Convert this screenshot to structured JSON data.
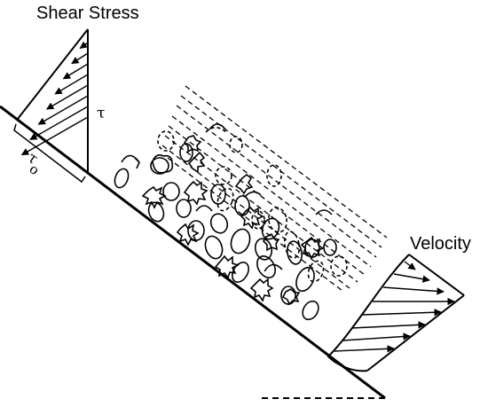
{
  "labels": {
    "shear_stress": "Shear Stress",
    "velocity": "Velocity",
    "tau": "τ",
    "tau_zero_symbol": "τ",
    "tau_zero_subscript": "o"
  },
  "colors": {
    "stroke": "#000000",
    "background": "#ffffff"
  }
}
